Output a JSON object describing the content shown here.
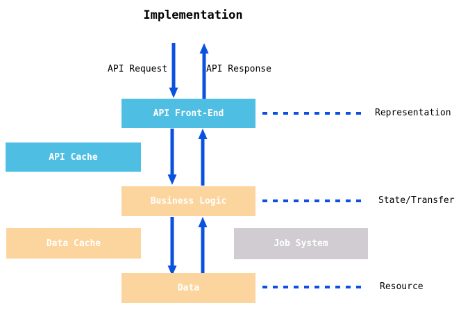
{
  "title": "Implementation",
  "flow_labels": {
    "request": "API Request",
    "response": "API Response"
  },
  "boxes": {
    "api_front_end": {
      "label": "API Front-End"
    },
    "api_cache": {
      "label": "API Cache"
    },
    "business_logic": {
      "label": "Business Logic"
    },
    "data_cache": {
      "label": "Data Cache"
    },
    "job_system": {
      "label": "Job System"
    },
    "data": {
      "label": "Data"
    }
  },
  "layer_labels": {
    "representation": "Representation",
    "state_transfer": "State/Transfer",
    "resource": "Resource"
  },
  "colors": {
    "arrow_blue": "#0b51df",
    "box_cyan": "#4fbee3",
    "box_peach": "#fcd49d",
    "box_gray": "#d0ccd1",
    "text_white": "#ffffff",
    "text_black": "#000000"
  }
}
